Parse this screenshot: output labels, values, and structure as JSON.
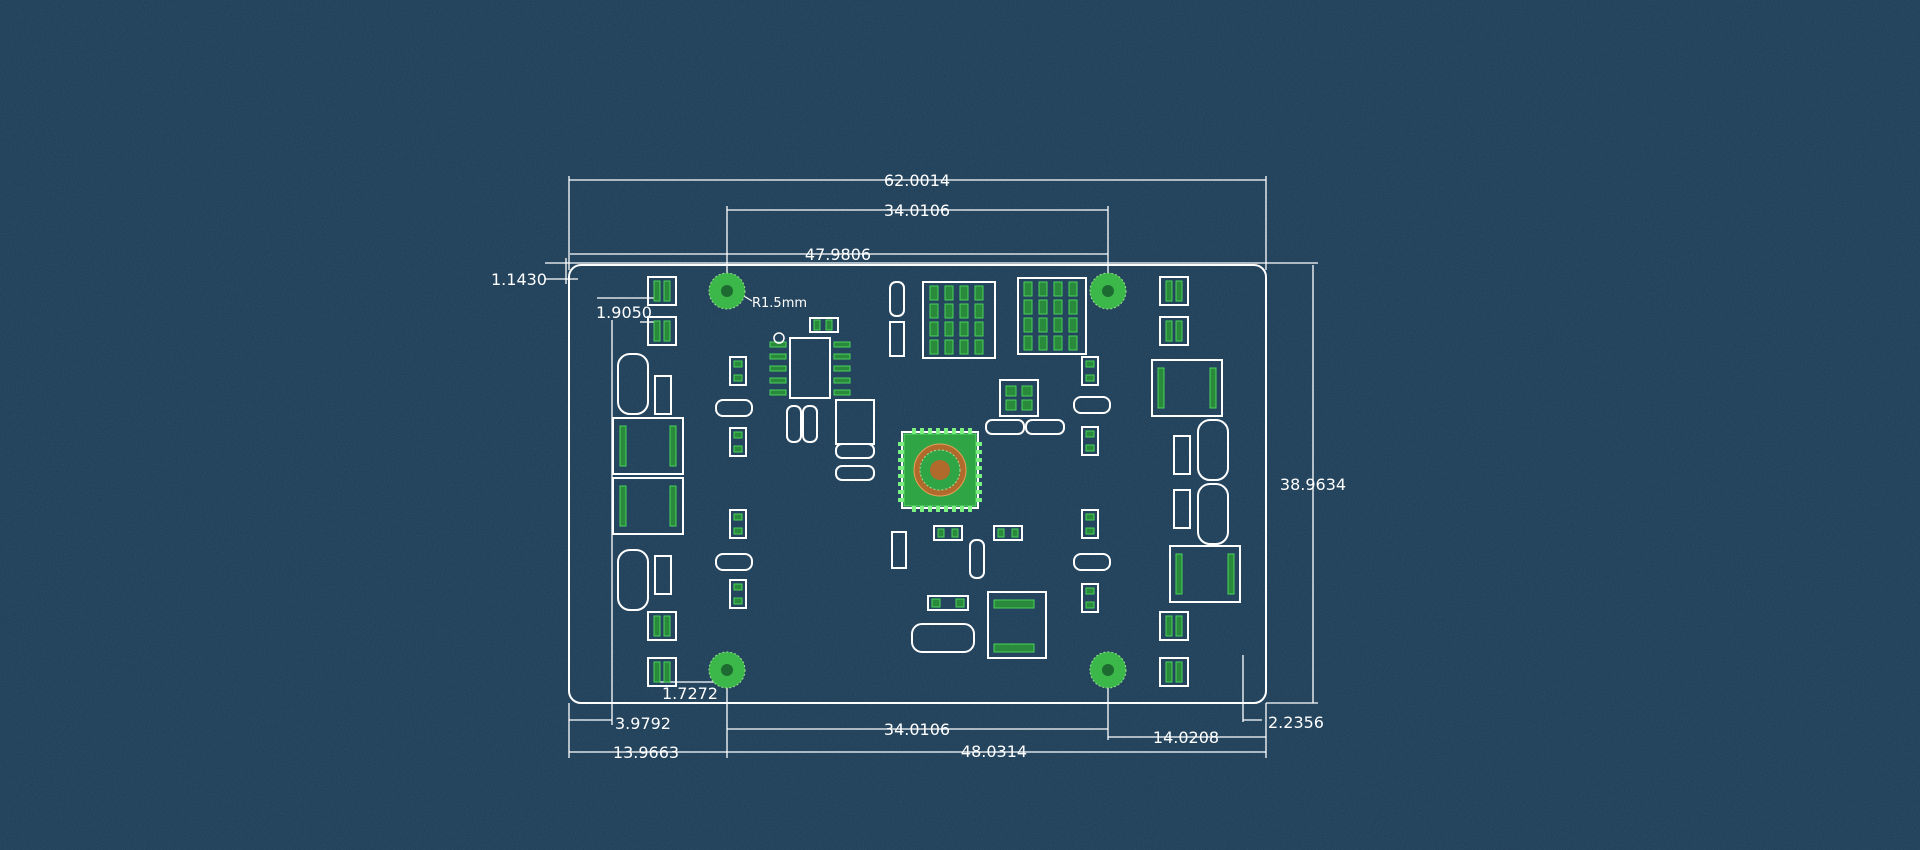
{
  "dimensions": {
    "overall_width": "62.0014",
    "hole_spacing_top": "34.0106",
    "inner_width": "47.9806",
    "top_offset": "1.1430",
    "connector_pitch": "1.9050",
    "hole_radius": "R1.5mm",
    "board_height": "38.9634",
    "bottom_left_small": "1.7272",
    "left_edge_offset": "3.9792",
    "hole_spacing_bottom": "34.0106",
    "right_hole_offset": "14.0208",
    "right_edge_offset": "2.2356",
    "left_hole_offset": "13.9663",
    "bottom_span": "48.0314"
  },
  "colors": {
    "background": "#1b3a55",
    "outline": "#ffffff",
    "copper": "#3cb84a",
    "pad_dark": "#16482c",
    "chip_core": "#b06a2c"
  },
  "icons": {
    "mounting_hole": "mounting-hole-icon",
    "ic_chip": "ic-chip-icon"
  }
}
